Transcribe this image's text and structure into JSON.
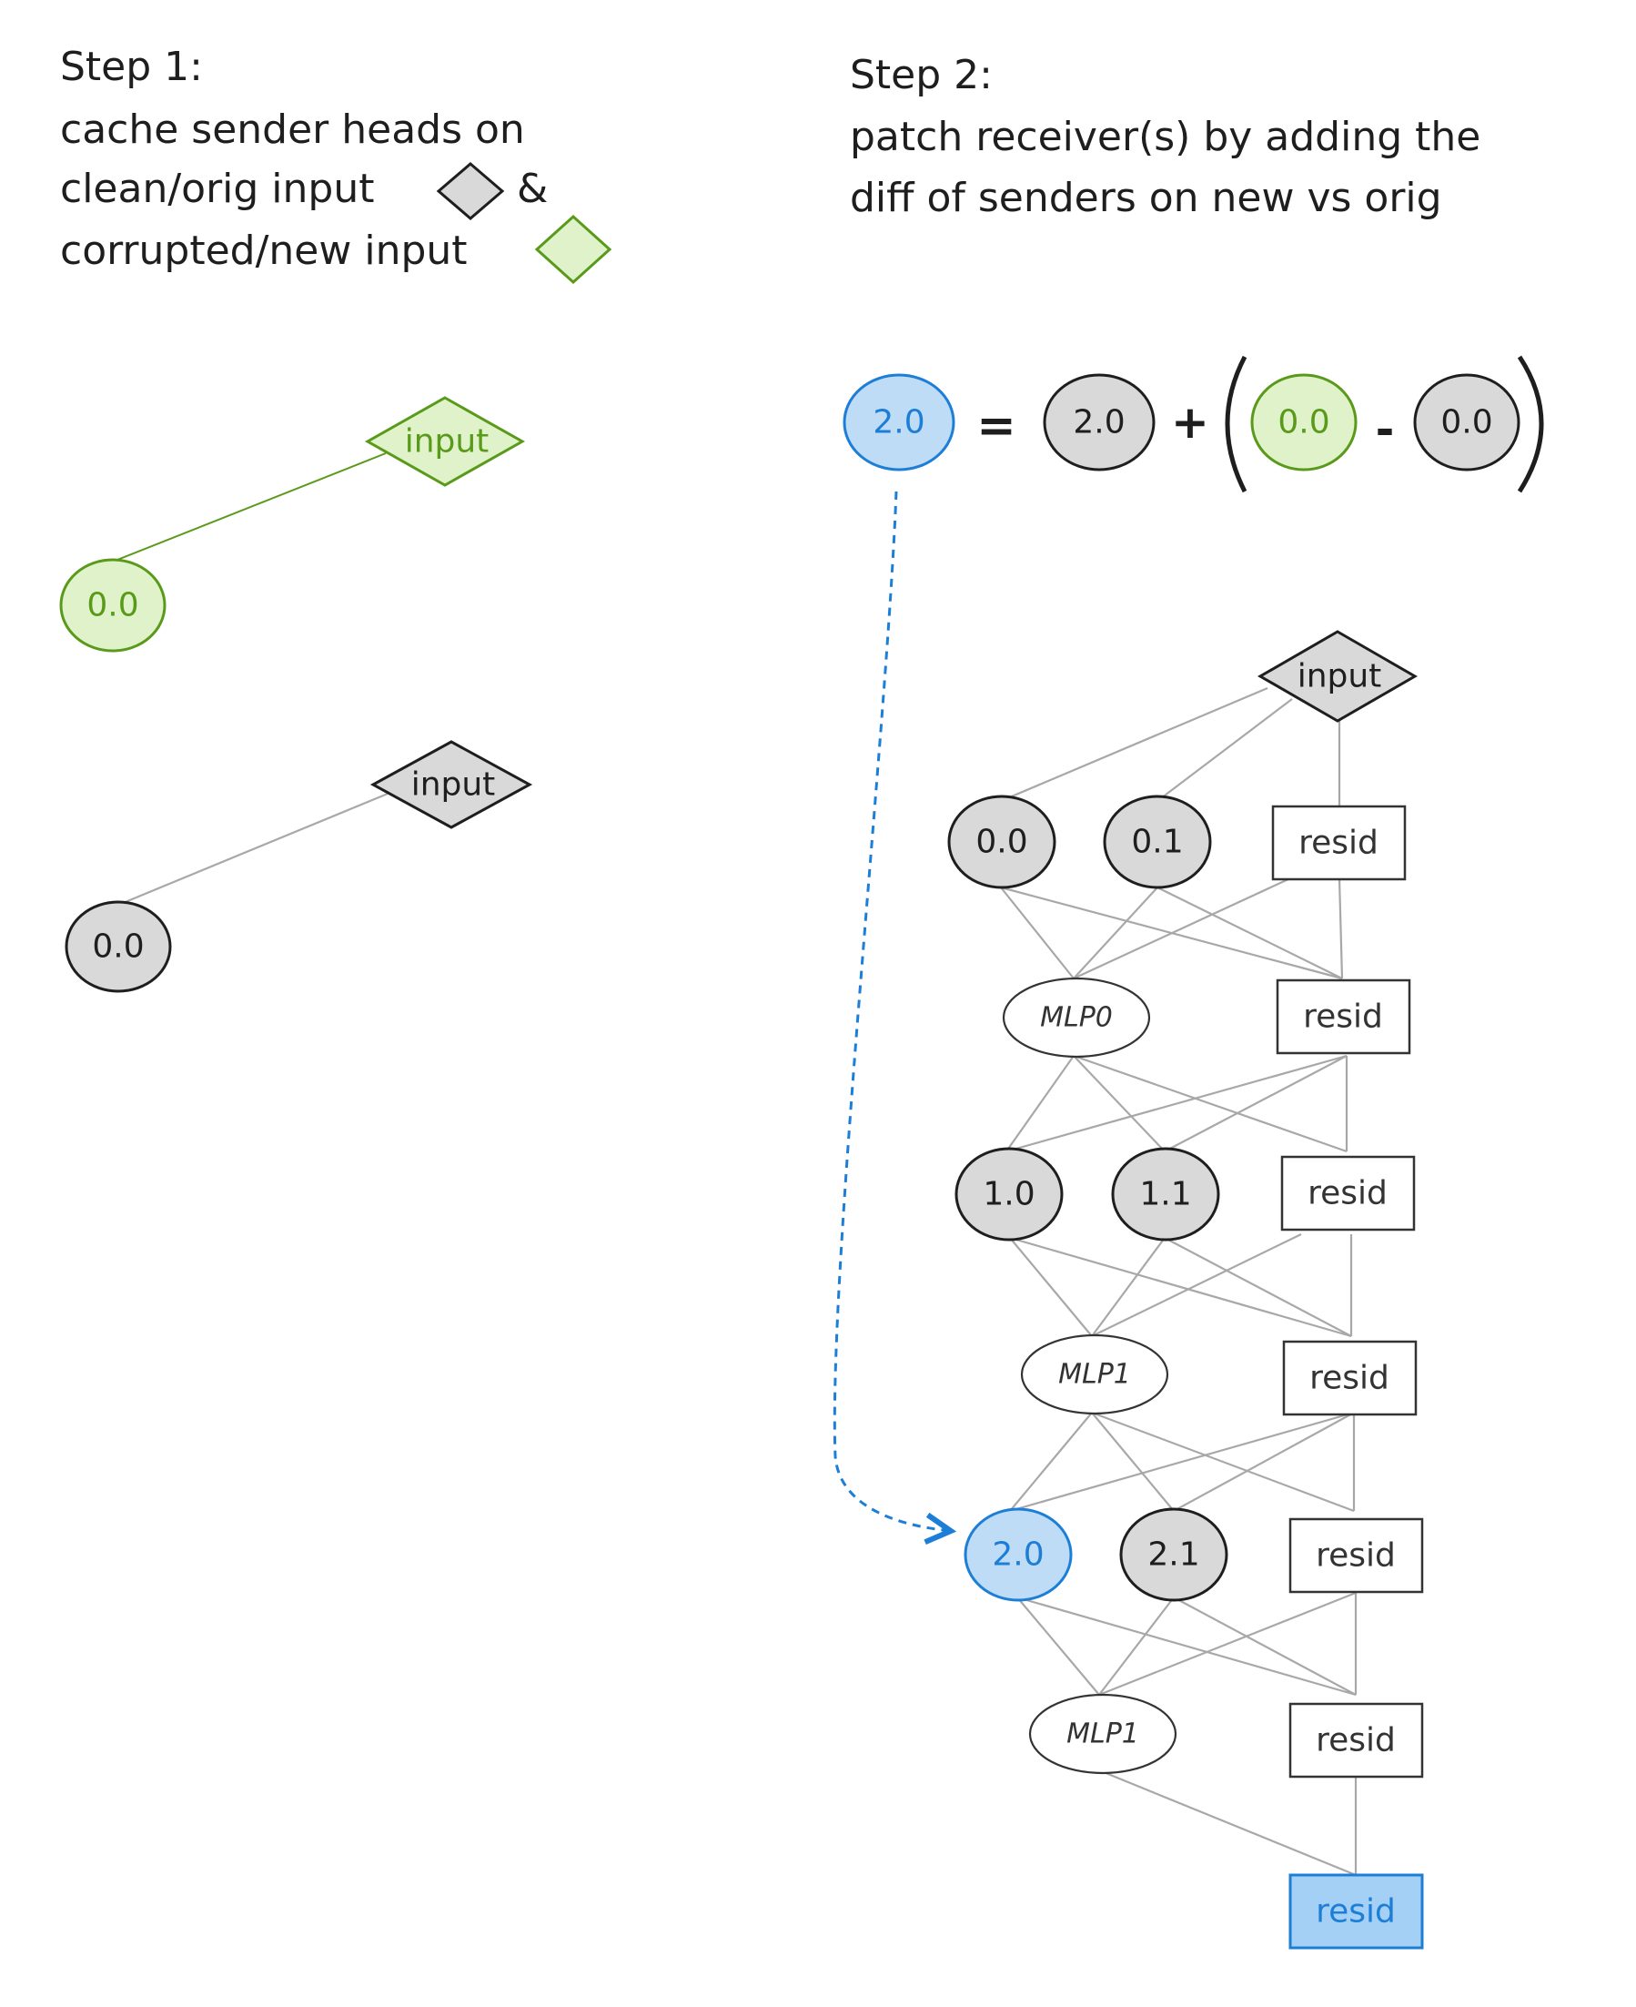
{
  "step1": {
    "title": "Step 1:",
    "line1": "cache sender heads on",
    "line2": "clean/orig input",
    "line2_suffix": "&",
    "line3": "corrupted/new input"
  },
  "step2": {
    "title": "Step 2:",
    "line1": "patch receiver(s) by adding the",
    "line2": "diff of senders on new vs orig"
  },
  "equation": {
    "result": "2.0",
    "equals": "=",
    "base": "2.0",
    "plus": "+",
    "new_sender": "0.0",
    "minus": "-",
    "orig_sender": "0.0"
  },
  "step1_graphs": {
    "green_input": "input",
    "green_head": "0.0",
    "gray_input": "input",
    "gray_head": "0.0"
  },
  "network": {
    "input": "input",
    "layer0": {
      "heads": [
        "0.0",
        "0.1"
      ],
      "resid": "resid"
    },
    "mlp0": {
      "label": "MLP0",
      "resid": "resid"
    },
    "layer1": {
      "heads": [
        "1.0",
        "1.1"
      ],
      "resid": "resid"
    },
    "mlp1": {
      "label": "MLP1",
      "resid": "resid"
    },
    "layer2": {
      "heads": [
        "2.0",
        "2.1"
      ],
      "resid": "resid"
    },
    "mlp2": {
      "label": "MLP1",
      "resid": "resid"
    },
    "final_resid": "resid"
  },
  "colors": {
    "gray_fill": "#d9d9d9",
    "green_fill": "#dff2c9",
    "green_stroke": "#5a9a1a",
    "blue_fill": "#bfdcf6",
    "blue_stroke": "#1c7ed6"
  }
}
